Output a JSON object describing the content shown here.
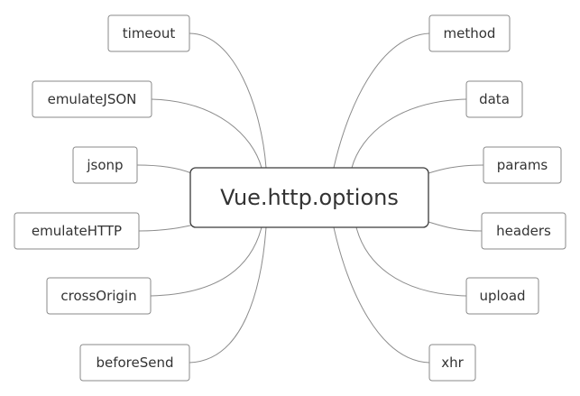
{
  "central_topic": "Vue.http.options",
  "left_branches": [
    "timeout",
    "emulateJSON",
    "jsonp",
    "emulateHTTP",
    "crossOrigin",
    "beforeSend"
  ],
  "right_branches": [
    "method",
    "data",
    "params",
    "headers",
    "upload",
    "xhr"
  ],
  "colors": {
    "background": "#ffffff",
    "text": "#333333",
    "node_border": "#8a8a8a",
    "center_border": "#3a3a3a",
    "connector": "#8c8c8c"
  }
}
